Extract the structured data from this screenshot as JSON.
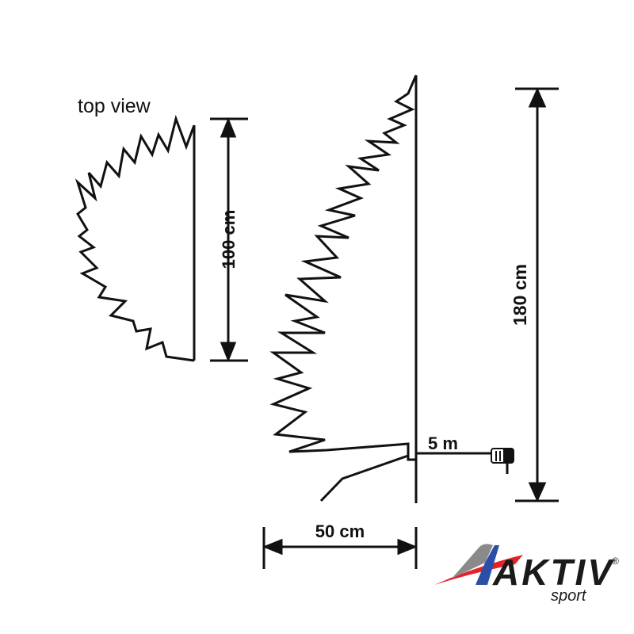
{
  "labels": {
    "top_view": "top view",
    "width_top": "100 cm",
    "height": "180 cm",
    "depth": "50 cm",
    "cable": "5 m"
  },
  "logo": {
    "brand": "AKTIV",
    "sub": "sport",
    "reg": "®",
    "colors": {
      "red": "#e2222a",
      "blue": "#2b4ea6",
      "gray": "#8a8a8a",
      "black": "#1a1a1a"
    }
  }
}
